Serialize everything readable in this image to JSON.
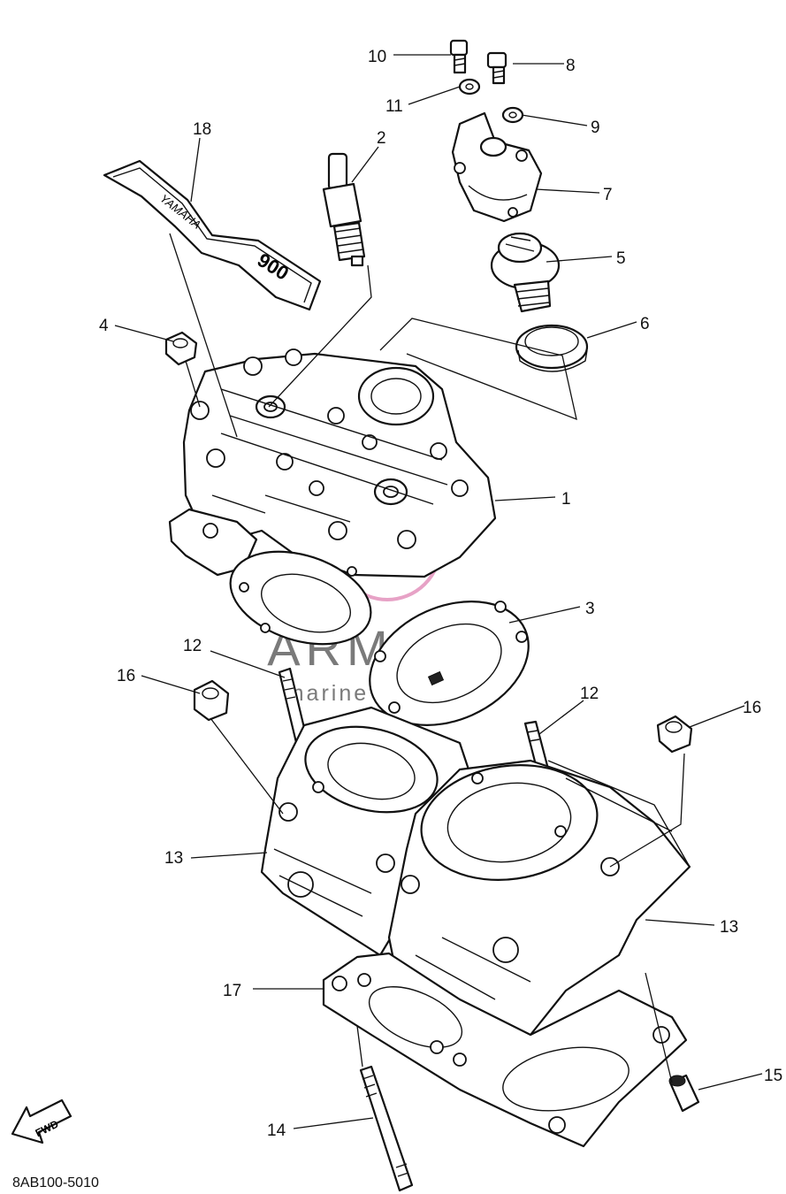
{
  "diagram_code": "8AB100-5010",
  "watermark": {
    "brand": "ARMADA",
    "tagline": "marine outboards"
  },
  "emblem": {
    "brand_text": "YAMAHA",
    "model_text": "900"
  },
  "fwd_arrow": "FWD",
  "callouts": [
    {
      "id": "1",
      "part": "cylinder-head"
    },
    {
      "id": "2",
      "part": "spark-plug"
    },
    {
      "id": "3",
      "part": "head-gasket"
    },
    {
      "id": "4",
      "part": "nut"
    },
    {
      "id": "5",
      "part": "thermostat"
    },
    {
      "id": "6",
      "part": "thermostat-seal"
    },
    {
      "id": "7",
      "part": "thermostat-cover"
    },
    {
      "id": "8",
      "part": "bolt"
    },
    {
      "id": "9",
      "part": "washer"
    },
    {
      "id": "10",
      "part": "bolt"
    },
    {
      "id": "11",
      "part": "washer"
    },
    {
      "id": "12",
      "part": "stud-bolt"
    },
    {
      "id": "13",
      "part": "cylinder"
    },
    {
      "id": "14",
      "part": "stud-bolt"
    },
    {
      "id": "15",
      "part": "dowel-pin"
    },
    {
      "id": "16",
      "part": "nut"
    },
    {
      "id": "17",
      "part": "base-gasket"
    },
    {
      "id": "18",
      "part": "emblem"
    }
  ]
}
